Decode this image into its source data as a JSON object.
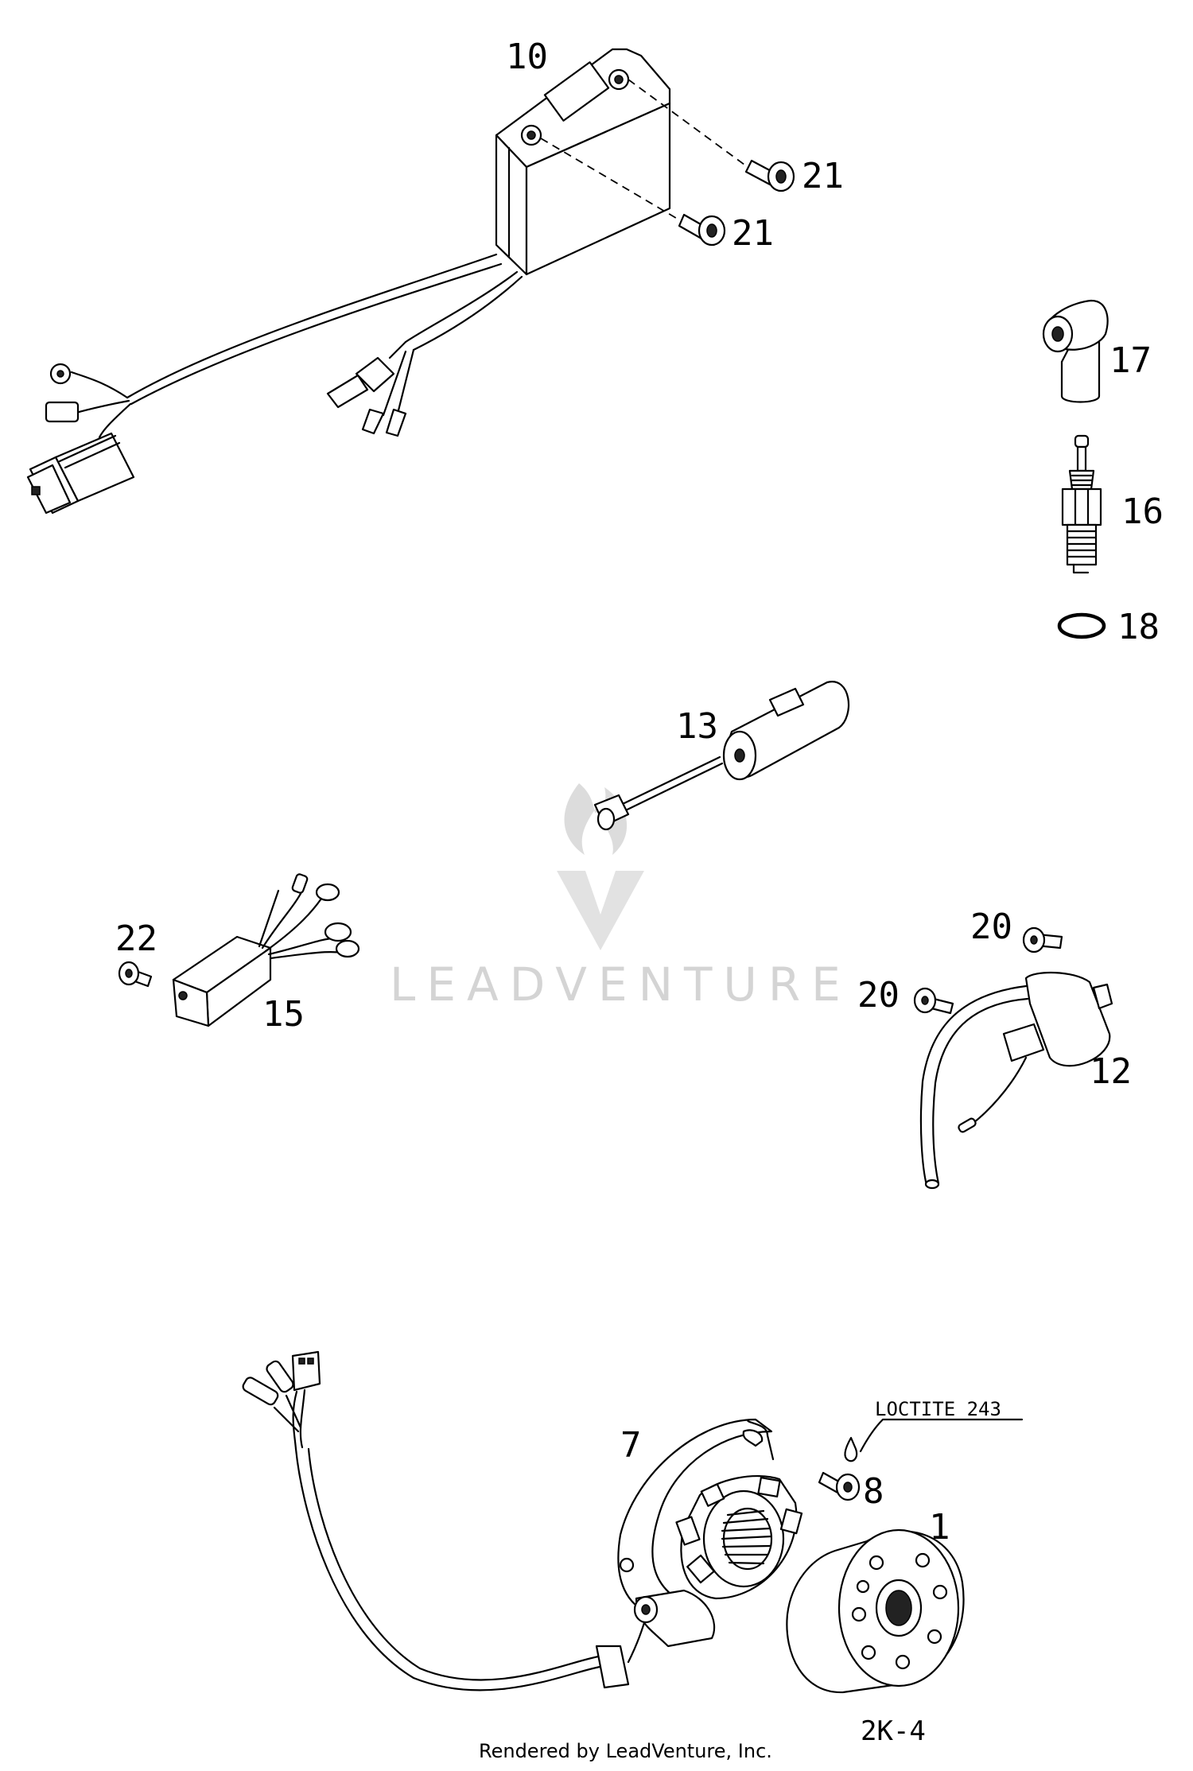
{
  "diagram": {
    "code": "2K-4",
    "note": "LOCTITE 243",
    "footer": "Rendered by LeadVenture, Inc.",
    "watermark": "LEADVENTURE",
    "colors": {
      "ink": "#000000",
      "watermark": "#d4d4d4",
      "background": "#ffffff"
    }
  },
  "callouts": {
    "c10": "10",
    "c21a": "21",
    "c21b": "21",
    "c17": "17",
    "c16": "16",
    "c18": "18",
    "c13": "13",
    "c22": "22",
    "c15": "15",
    "c20a": "20",
    "c20b": "20",
    "c12": "12",
    "c7": "7",
    "c8": "8",
    "c1": "1"
  }
}
